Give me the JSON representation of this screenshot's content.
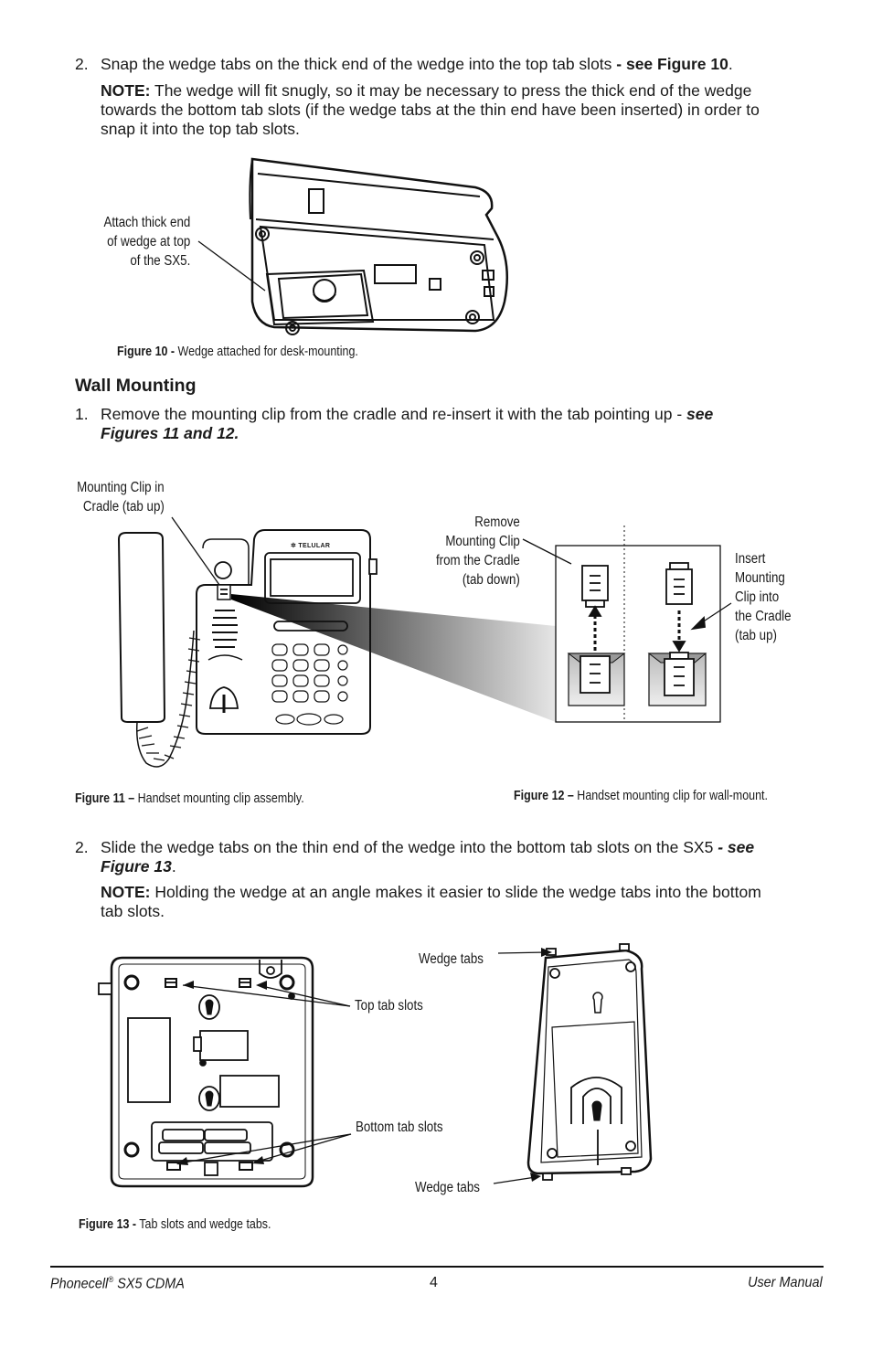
{
  "step2_top": {
    "num": "2.",
    "text_before": "Snap the wedge tabs on the thick end of the wedge into the top tab slots ",
    "text_bold": "- see Figure 10",
    "text_after": "."
  },
  "note1": {
    "label": "NOTE:",
    "line1": " The wedge will fit snugly, so it may be necessary to press the thick end of the wedge",
    "line2": "towards the bottom tab slots (if the wedge tabs at the thin end have been inserted) in order to",
    "line3": "snap it into the top tab slots."
  },
  "figure10": {
    "callout": [
      "Attach thick end",
      "of wedge at top",
      "of the SX5."
    ],
    "caption_bold": "Figure 10 -",
    "caption_text": " Wedge attached for desk-mounting."
  },
  "wall_mounting": {
    "heading": "Wall Mounting",
    "step1_num": "1.",
    "step1_text": "Remove the mounting clip from the cradle and re-insert it with the tab pointing up - ",
    "step1_see": "see",
    "step1_figs": "Figures 11 and 12."
  },
  "figure11": {
    "callout": [
      "Mounting Clip in",
      "Cradle (tab up)"
    ],
    "brand": "TELULAR",
    "caption_bold": "Figure 11 –",
    "caption_text": " Handset mounting clip assembly."
  },
  "figure12": {
    "callout_left": [
      "Remove",
      "Mounting Clip",
      "from the Cradle",
      "(tab down)"
    ],
    "callout_right": [
      "Insert",
      "Mounting",
      "Clip into",
      "the Cradle",
      "(tab up)"
    ],
    "caption_bold": "Figure 12 –",
    "caption_text": " Handset mounting clip for wall-mount."
  },
  "step2_wall": {
    "num": "2.",
    "line1_text": "Slide the wedge tabs on the thin end of the wedge into the bottom tab slots on the SX5 ",
    "line1_see": "- see",
    "line2_fig": "Figure 13",
    "line2_after": "."
  },
  "note2": {
    "label": "NOTE:",
    "line1": " Holding the wedge at an angle makes it easier to slide the wedge tabs into the bottom",
    "line2": "tab slots."
  },
  "figure13": {
    "top_tab_slots": "Top tab slots",
    "bottom_tab_slots": "Bottom tab slots",
    "wedge_tabs_top": "Wedge tabs",
    "wedge_tabs_bottom": "Wedge tabs",
    "caption_bold": "Figure 13 -",
    "caption_text": " Tab slots and wedge tabs."
  },
  "footer": {
    "product": "Phonecell",
    "reg": "®",
    "product_rest": " SX5 CDMA",
    "page": "4",
    "doc": "User Manual"
  }
}
